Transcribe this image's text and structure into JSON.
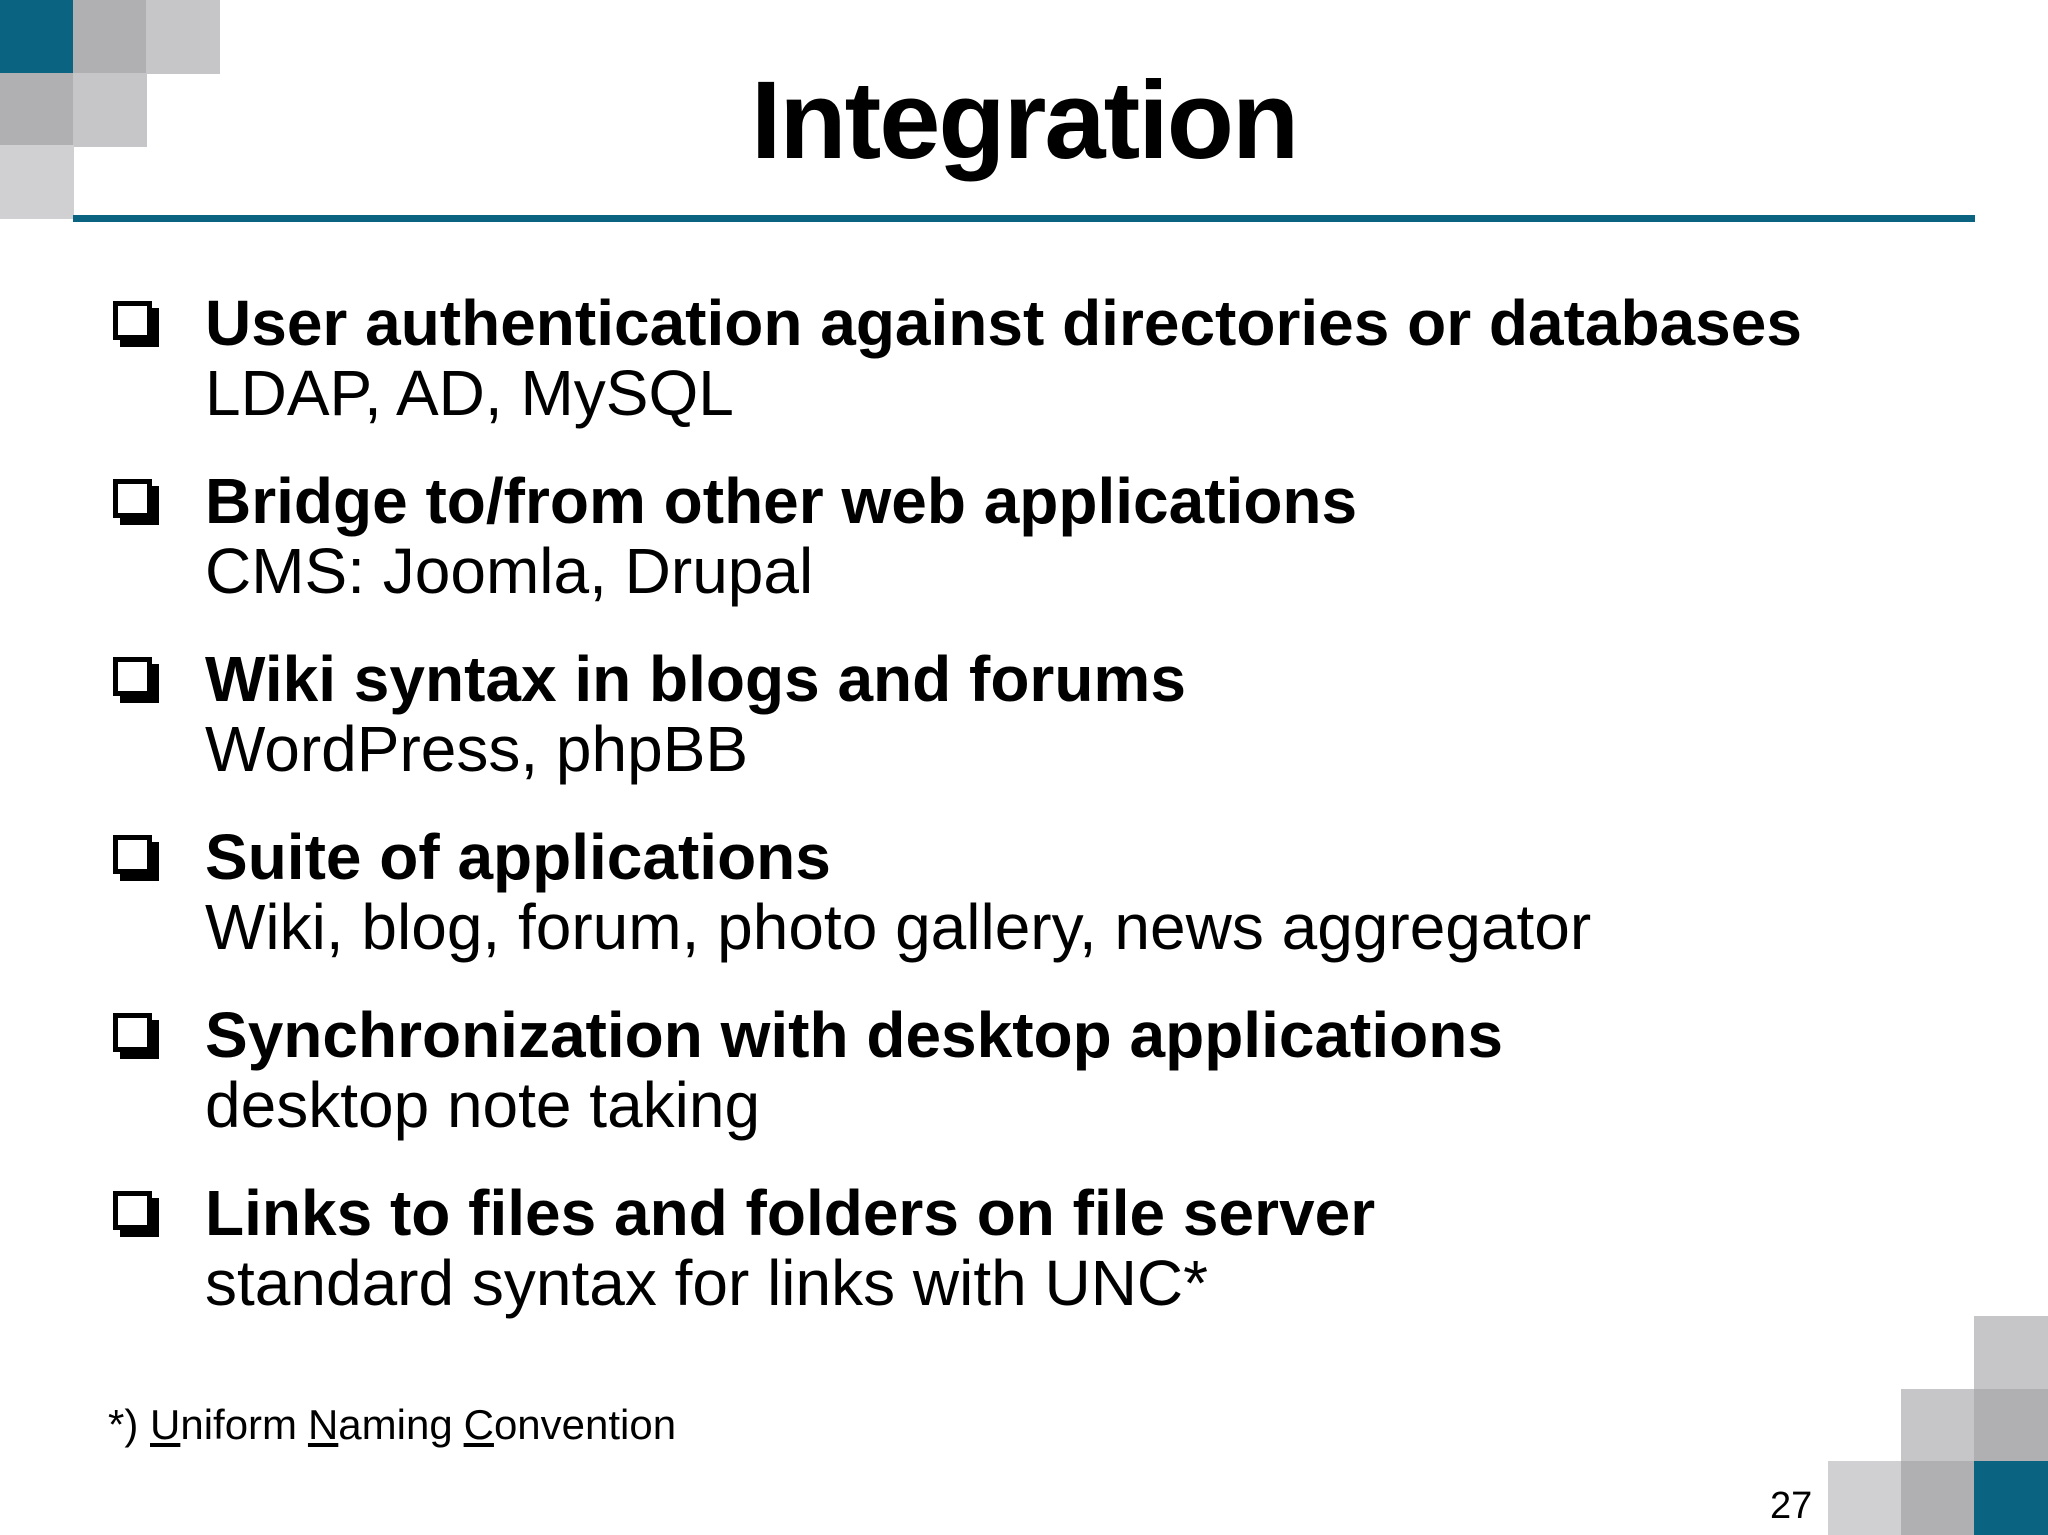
{
  "slide": {
    "title": "Integration",
    "bullets": [
      {
        "heading": "User authentication against directories or databases",
        "detail": "LDAP, AD, MySQL"
      },
      {
        "heading": "Bridge to/from other web applications",
        "detail": "CMS: Joomla, Drupal"
      },
      {
        "heading": "Wiki syntax in blogs and forums",
        "detail": "WordPress, phpBB"
      },
      {
        "heading": "Suite of applications",
        "detail": "Wiki, blog, forum, photo gallery, news aggregator"
      },
      {
        "heading": "Synchronization with desktop applications",
        "detail": "desktop note taking"
      },
      {
        "heading": "Links to files and folders on file server",
        "detail": "standard syntax for links with UNC*"
      }
    ],
    "footnote": {
      "marker": "*) ",
      "terms": [
        {
          "initial": "U",
          "rest": "niform"
        },
        {
          "initial": "N",
          "rest": "aming"
        },
        {
          "initial": "C",
          "rest": "onvention"
        }
      ]
    },
    "page_number": "27",
    "colors": {
      "accent_teal": "#0a6380",
      "square_gray_dark": "#b0b0b3",
      "square_gray_mid": "#c6c6c9",
      "square_gray_light": "#d0d0d3"
    }
  }
}
